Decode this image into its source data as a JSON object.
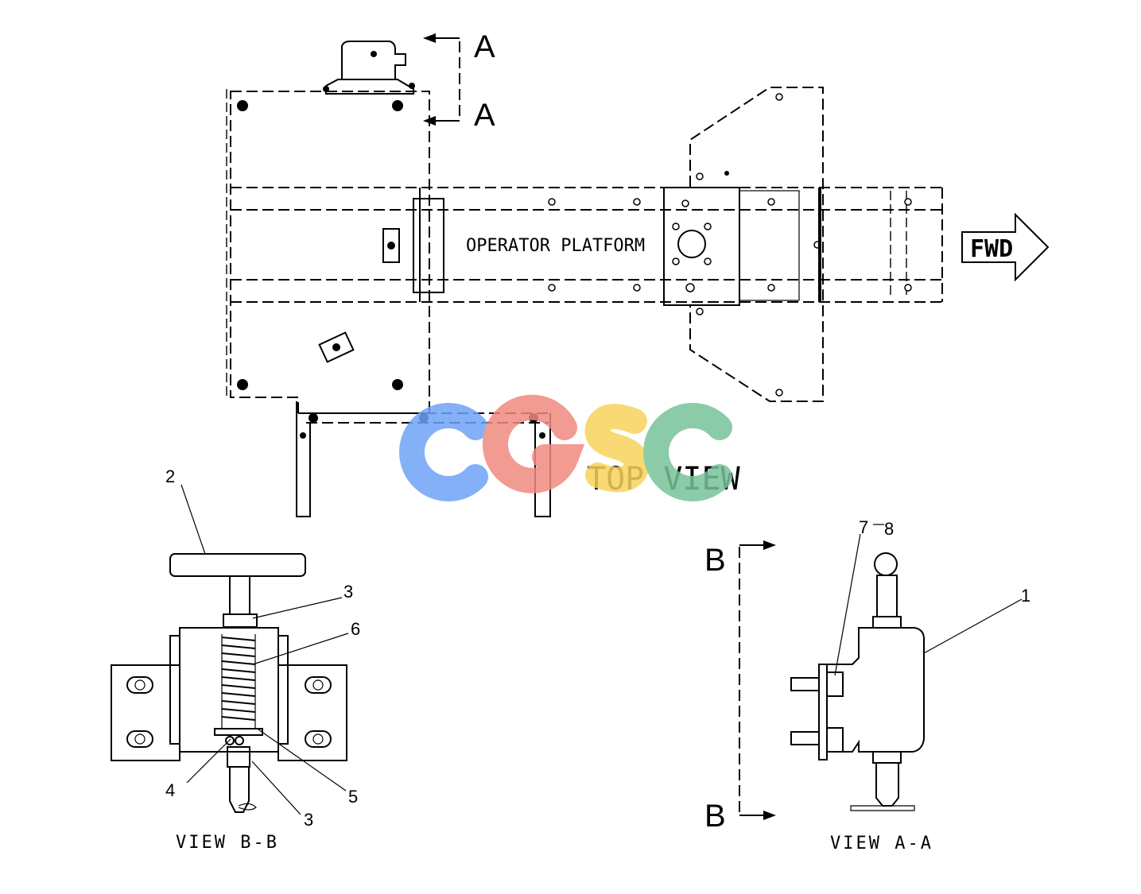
{
  "top_view": {
    "title": "TOP VIEW",
    "platform_label": "OPERATOR PLATFORM",
    "direction_label": "FWD",
    "section_marker": "A"
  },
  "view_bb": {
    "title": "VIEW B-B",
    "callouts": [
      "2",
      "3",
      "6",
      "4",
      "5",
      "3"
    ]
  },
  "view_aa": {
    "title": "VIEW A-A",
    "section_marker": "B",
    "callouts": [
      "7",
      "8",
      "1"
    ]
  },
  "watermark": {
    "letters": [
      "C",
      "G",
      "S",
      "C"
    ],
    "colors": [
      "#6fa3f7",
      "#f08a80",
      "#f7d35c",
      "#78c29a"
    ]
  }
}
